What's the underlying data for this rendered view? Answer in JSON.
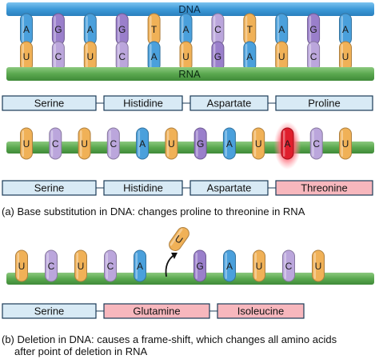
{
  "colors": {
    "dna_strand": "#4aa7e4",
    "rna_strand": "#5bab56",
    "A": "#4aa0dc",
    "G": "#9a7fcb",
    "U": "#f0b157",
    "C": "#bba6dc",
    "T": "#f0b157",
    "amino_normal": "#d8eaf5",
    "amino_changed": "#f7b7bd",
    "highlight": "#e01e2d"
  },
  "panel_a": {
    "dna_label": "DNA",
    "rna_label": "RNA",
    "dna_bases": [
      "A",
      "G",
      "A",
      "G",
      "T",
      "A",
      "C",
      "T",
      "A",
      "G",
      "A"
    ],
    "rna_bases_top": [
      "U",
      "C",
      "U",
      "C",
      "A",
      "U",
      "G",
      "A",
      "U",
      "C",
      "U"
    ],
    "amino_row_1": [
      "Serine",
      "Histidine",
      "Aspartate",
      "Proline"
    ],
    "rna_bases_mutated": [
      "U",
      "C",
      "U",
      "C",
      "A",
      "U",
      "G",
      "A",
      "U",
      "A",
      "C",
      "U"
    ],
    "mutated_index": 9,
    "amino_row_2": [
      "Serine",
      "Histidine",
      "Aspartate",
      "Threonine"
    ],
    "amino_row_2_changed": [
      false,
      false,
      false,
      true
    ],
    "caption": "(a) Base substitution in DNA: changes proline to threonine in RNA"
  },
  "panel_b": {
    "rna_bases": [
      "U",
      "C",
      "U",
      "C",
      "A",
      "G",
      "A",
      "U",
      "C",
      "U"
    ],
    "deleted_base": "U",
    "amino_row": [
      "Serine",
      "Glutamine",
      "Isoleucine"
    ],
    "amino_row_changed": [
      false,
      true,
      true
    ],
    "caption_line1": "(b) Deletion in DNA: causes a frame-shift, which changes all amino acids",
    "caption_line2": "after point of deletion in RNA"
  }
}
